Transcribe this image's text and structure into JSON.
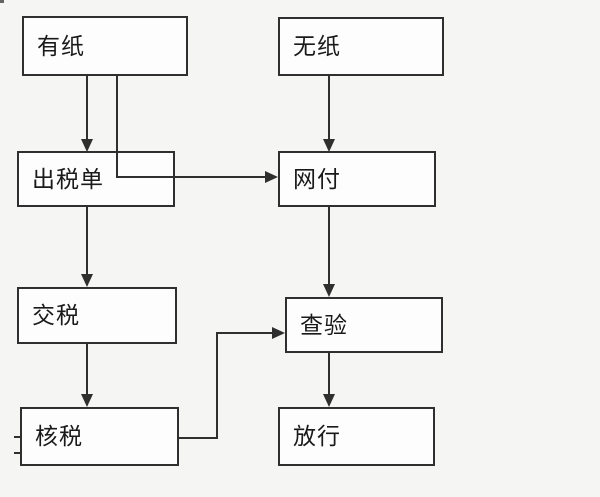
{
  "diagram": {
    "type": "flowchart",
    "background_color": "#f5f5f4",
    "node_fill_color": "#fdfdfd",
    "line_color": "#2f2f2f",
    "nodes": [
      {
        "id": "paper",
        "label": "有纸"
      },
      {
        "id": "paperless",
        "label": "无纸"
      },
      {
        "id": "issue-tax-bill",
        "label": "出税单"
      },
      {
        "id": "online-payment",
        "label": "网付"
      },
      {
        "id": "pay-tax",
        "label": "交税"
      },
      {
        "id": "inspection",
        "label": "查验"
      },
      {
        "id": "tax-assessment",
        "label": "核税"
      },
      {
        "id": "release",
        "label": "放行"
      }
    ],
    "edges": [
      {
        "from": "有纸",
        "to": "出税单"
      },
      {
        "from": "有纸",
        "to": "网付"
      },
      {
        "from": "无纸",
        "to": "网付"
      },
      {
        "from": "出税单",
        "to": "交税"
      },
      {
        "from": "网付",
        "to": "查验"
      },
      {
        "from": "交税",
        "to": "核税"
      },
      {
        "from": "核税",
        "to": "查验"
      },
      {
        "from": "查验",
        "to": "放行"
      }
    ]
  }
}
